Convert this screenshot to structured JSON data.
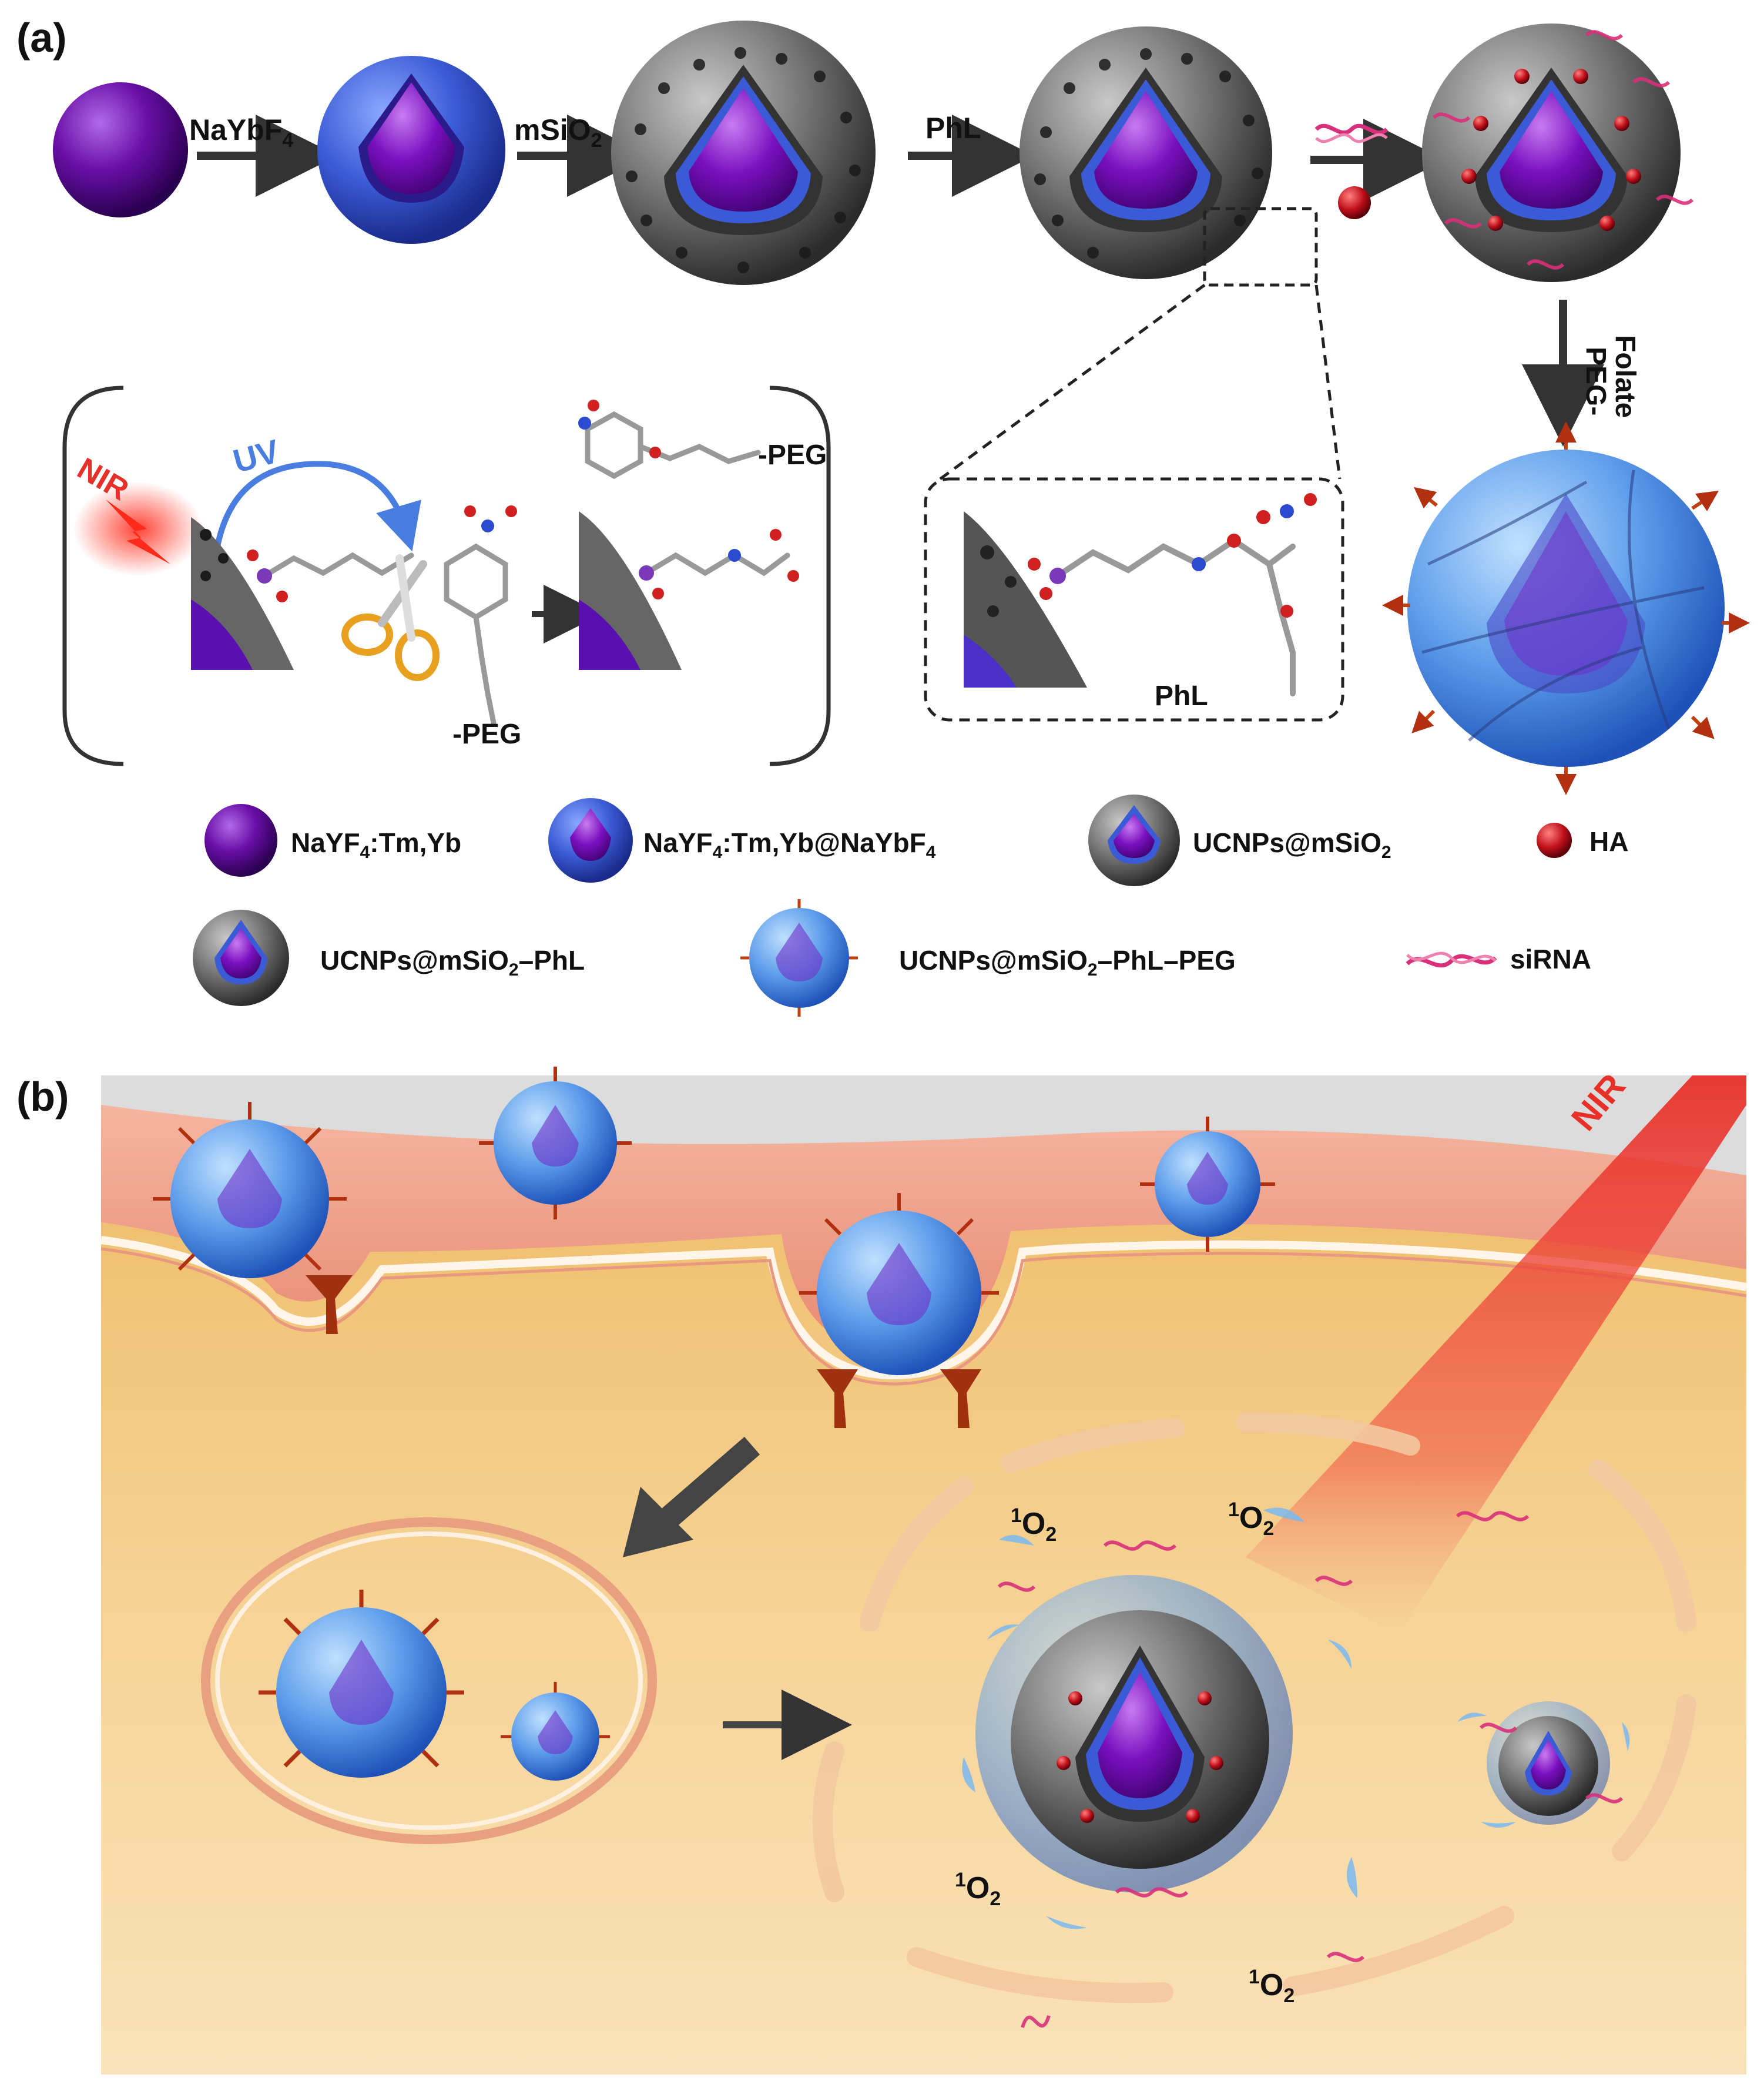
{
  "panel_a": {
    "label": "(a)",
    "steps": {
      "s1": "NaYbF",
      "s1_sub": "4",
      "s2": "mSiO",
      "s2_sub": "2",
      "s3": "PhL",
      "s4": "PEG-",
      "s5": "Folate"
    },
    "mechanism": {
      "nir": "NIR",
      "uv": "UV",
      "peg_top": "-PEG",
      "peg_bottom": "-PEG"
    },
    "zoom_label": "PhL",
    "legend": {
      "l1": "NaYF",
      "l1_sub": "4",
      "l1_tail": ":Tm,Yb",
      "l2": "NaYF",
      "l2_sub": "4",
      "l2_mid": ":Tm,Yb@NaYbF",
      "l2_sub2": "4",
      "l3": "UCNPs@mSiO",
      "l3_sub": "2",
      "l4": "HA",
      "l5": "UCNPs@mSiO",
      "l5_sub": "2",
      "l5_tail": "–PhL",
      "l6": "UCNPs@mSiO",
      "l6_sub": "2",
      "l6_tail": "–PhL–PEG",
      "l7": "siRNA"
    }
  },
  "panel_b": {
    "label": "(b)",
    "nir": "NIR",
    "singlet_oxygen": [
      "O",
      "O",
      "O",
      "O"
    ],
    "singlet_sup": "1",
    "singlet_sub": "2"
  },
  "colors": {
    "core_purple": "#6a0fa8",
    "shell_blue": "#3b5bd6",
    "silica_gray": "#5a5a5a",
    "peg_blue": "#5b9bea",
    "ha_red": "#c0101a",
    "sirna_pink": "#d8307a",
    "nir_red": "#e8302a",
    "uv_blue": "#4a7de0",
    "tissue_pink": "#f0a08a",
    "cell_tan": "#f0c880"
  }
}
